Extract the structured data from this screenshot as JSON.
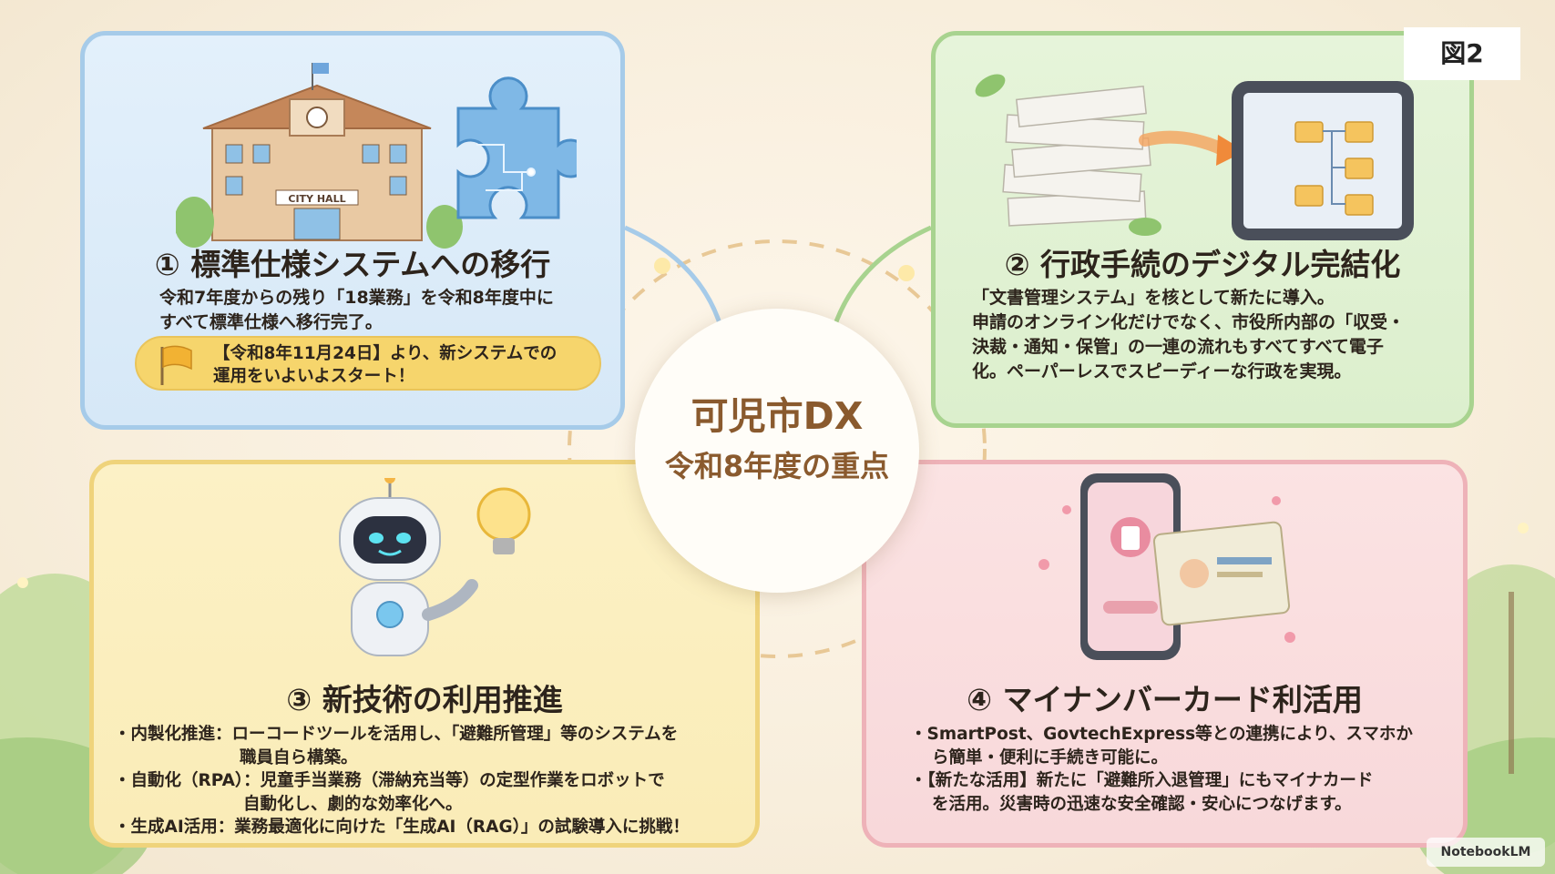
{
  "figure_label": "図2",
  "center": {
    "title": "可児市DX",
    "subtitle": "令和8年度の重点"
  },
  "sections": [
    {
      "title": "① 標準仕様システムへの移行",
      "body": [
        "令和7年度からの残り「18業務」を令和8年度中に",
        "すべて標準仕様へ移行完了。"
      ],
      "banner": [
        "【令和8年11月24日】より、新システムでの",
        "運用をいよいよスタート！"
      ],
      "sign_text": "CITY HALL",
      "color": "#a6cbe9",
      "icons": [
        "city-hall-icon",
        "puzzle-piece-icon",
        "flag-icon"
      ]
    },
    {
      "title": "② 行政手続のデジタル完結化",
      "body": [
        "「文書管理システム」を核として新たに導入。",
        "申請のオンライン化だけでなく、市役所内部の「収受・",
        "決裁・通知・保管」の一連の流れもすべてすべて電子",
        "化。ペーパーレスでスピーディーな行政を実現。"
      ],
      "color": "#a8d38f",
      "icons": [
        "paper-stack-icon",
        "tablet-folders-icon"
      ]
    },
    {
      "title": "③ 新技術の利用推進",
      "bullets": [
        "・内製化推進：ローコードツールを活用し、「避難所管理」等のシステムを",
        "職員自ら構築。",
        "・自動化（RPA）：児童手当業務（滞納充当等）の定型作業をロボットで",
        "自動化し、劇的な効率化へ。",
        "・生成AI活用：業務最適化に向けた「生成AI（RAG）」の試験導入に挑戦！"
      ],
      "color": "#efd37b",
      "icons": [
        "robot-icon",
        "light-bulb-icon"
      ]
    },
    {
      "title": "④ マイナンバーカード利活用",
      "bullets": [
        "・SmartPost、GovtechExpress等との連携により、スマホか",
        "ら簡単・便利に手続き可能に。",
        "・【新たな活用】新たに「避難所入退管理」にもマイナカード",
        "を活用。災害時の迅速な安全確認・安心につなげます。"
      ],
      "color": "#eeb2b8",
      "icons": [
        "smartphone-icon",
        "id-card-icon"
      ]
    }
  ],
  "watermark": "NotebookLM"
}
